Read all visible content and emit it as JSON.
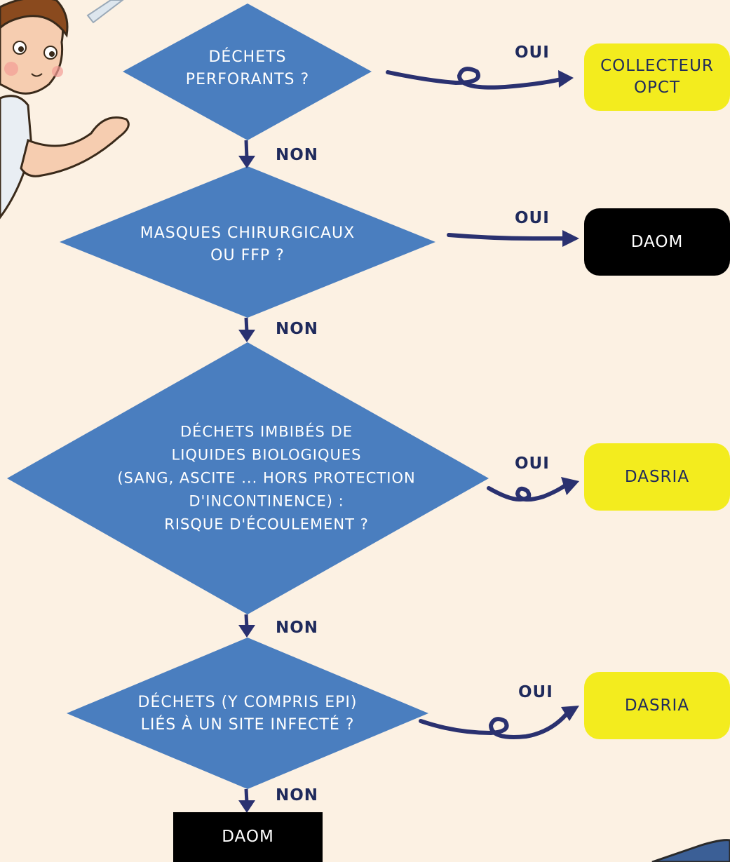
{
  "colors": {
    "background": "#fcf1e3",
    "diamond": "#4a7ebf",
    "arrow": "#2a3170",
    "yes_box": "#f3ec1e",
    "daom_box": "#000000",
    "label": "#1f2a5c"
  },
  "decisions": [
    {
      "question": "DÉCHETS\nPERFORANTS ?",
      "yes_label": "OUI",
      "no_label": "NON",
      "outcome": {
        "text": "COLLECTEUR\nOPCT",
        "style": "yellow"
      }
    },
    {
      "question": "MASQUES CHIRURGICAUX\nOU FFP ?",
      "yes_label": "OUI",
      "no_label": "NON",
      "outcome": {
        "text": "DAOM",
        "style": "black"
      }
    },
    {
      "question": "DÉCHETS IMBIBÉS DE\nLIQUIDES BIOLOGIQUES\n(SANG, ASCITE ... HORS PROTECTION\nD'INCONTINENCE) :\nRISQUE D'ÉCOULEMENT ?",
      "yes_label": "OUI",
      "no_label": "NON",
      "outcome": {
        "text": "DASRIA",
        "style": "yellow"
      }
    },
    {
      "question": "DÉCHETS (Y COMPRIS EPI)\nLIÉS À UN SITE INFECTÉ ?",
      "yes_label": "OUI",
      "no_label": "NON",
      "outcome": {
        "text": "DASRIA",
        "style": "yellow"
      }
    }
  ],
  "final_outcome": {
    "text": "DAOM",
    "style": "black"
  },
  "illustrations": [
    "nurse-character",
    "pen-corner",
    "clipboard-corner"
  ]
}
